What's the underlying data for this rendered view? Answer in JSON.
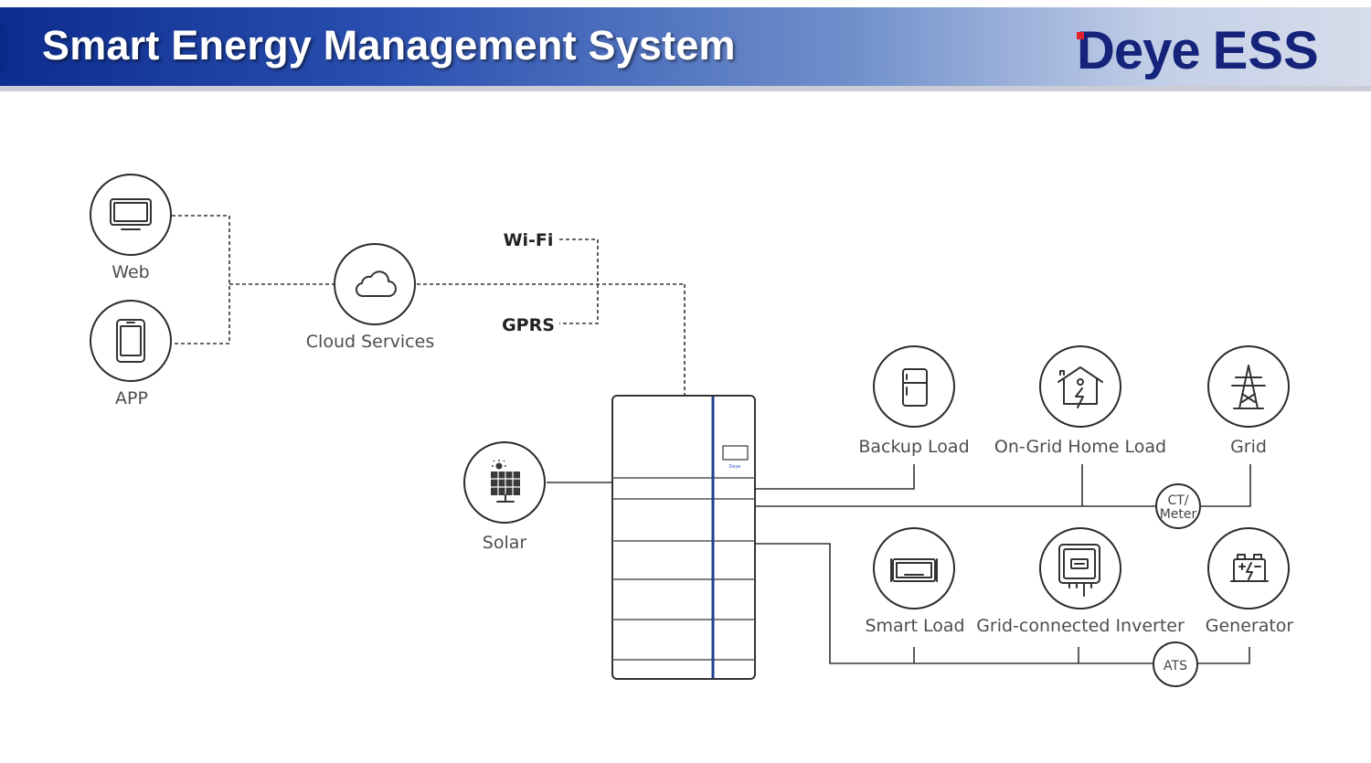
{
  "header": {
    "title": "Smart Energy Management System",
    "logo_brand": "Deye",
    "logo_suffix": "ESS"
  },
  "nodes": {
    "web": "Web",
    "app": "APP",
    "cloud": "Cloud Services",
    "wifi": "Wi-Fi",
    "gprs": "GPRS",
    "solar": "Solar",
    "backup_load": "Backup Load",
    "on_grid_home_load": "On-Grid Home Load",
    "grid": "Grid",
    "ct_meter_line1": "CT/",
    "ct_meter_line2": "Meter",
    "smart_load": "Smart Load",
    "grid_connected_inverter": "Grid-connected Inverter",
    "generator": "Generator",
    "ats": "ATS"
  },
  "device": {
    "screen_brand": "Deye"
  },
  "colors": {
    "header_dark": "#0d2d8f",
    "header_light": "#d7dcea",
    "logo": "#15237a",
    "logo_accent": "#e3212b",
    "device_stripe": "#1d3f8f"
  },
  "icons": {
    "web": "monitor-icon",
    "app": "smartphone-icon",
    "cloud": "cloud-icon",
    "solar": "solar-panel-icon",
    "backup_load": "refrigerator-icon",
    "on_grid_home_load": "house-power-icon",
    "grid": "transmission-tower-icon",
    "smart_load": "smart-load-icon",
    "grid_connected_inverter": "inverter-icon",
    "generator": "generator-icon"
  }
}
